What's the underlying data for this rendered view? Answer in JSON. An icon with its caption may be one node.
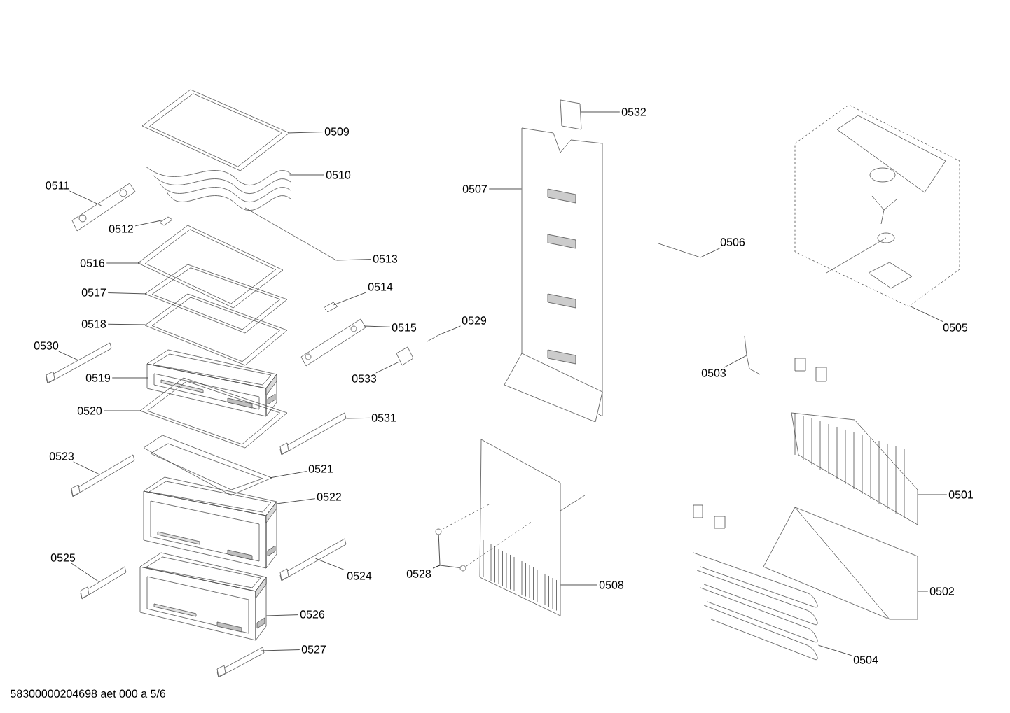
{
  "diagram": {
    "nodes": [
      {
        "text": [
          "0532"
        ]
      },
      {
        "text": [
          "0509"
        ]
      },
      {
        "text": [
          "0507"
        ]
      },
      {
        "text": [
          "0510"
        ]
      },
      {
        "text": [
          "0511"
        ]
      },
      {
        "text": [
          "0512"
        ]
      },
      {
        "text": [
          "0506"
        ]
      },
      {
        "text": [
          "0513"
        ]
      },
      {
        "text": [
          "0516"
        ]
      },
      {
        "text": [
          "0514"
        ]
      },
      {
        "text": [
          "0517"
        ]
      },
      {
        "text": [
          "0529"
        ]
      },
      {
        "text": [
          "0518"
        ]
      },
      {
        "text": [
          "0515"
        ]
      },
      {
        "text": [
          "0505"
        ]
      },
      {
        "text": [
          "0530"
        ]
      },
      {
        "text": [
          "0503"
        ]
      },
      {
        "text": [
          "0519"
        ]
      },
      {
        "text": [
          "0533"
        ]
      },
      {
        "text": [
          "0520"
        ]
      },
      {
        "text": [
          "0531"
        ]
      },
      {
        "text": [
          "0523"
        ]
      },
      {
        "text": [
          "0521"
        ]
      },
      {
        "text": [
          "0501"
        ]
      },
      {
        "text": [
          "0522"
        ]
      },
      {
        "text": [
          "0525"
        ]
      },
      {
        "text": [
          "0528"
        ]
      },
      {
        "text": [
          "0524"
        ]
      },
      {
        "text": [
          "0508"
        ]
      },
      {
        "text": [
          "0502"
        ]
      },
      {
        "text": [
          "0526"
        ]
      },
      {
        "text": [
          "0527"
        ]
      },
      {
        "text": [
          "0504"
        ]
      },
      {
        "text": [],
        "shape": "picture"
      },
      {
        "text": [],
        "shape": "picture"
      },
      {
        "text": [],
        "shape": "picture"
      },
      {
        "text": [],
        "shape": "picture"
      },
      {
        "text": [],
        "shape": "picture"
      },
      {
        "text": [],
        "shape": "picture"
      },
      {
        "text": [],
        "shape": "picture"
      },
      {
        "text": [],
        "shape": "picture"
      },
      {
        "text": [],
        "shape": "picture"
      },
      {
        "text": [],
        "shape": "picture"
      },
      {
        "text": [],
        "shape": "picture"
      },
      {
        "text": [],
        "shape": "picture"
      },
      {
        "text": [],
        "shape": "picture"
      },
      {
        "text": [],
        "shape": "picture"
      },
      {
        "text": [],
        "shape": "picture"
      },
      {
        "text": [],
        "shape": "picture"
      },
      {
        "text": [],
        "shape": "picture"
      },
      {
        "text": [],
        "shape": "picture"
      },
      {
        "text": [],
        "shape": "picture"
      },
      {
        "text": [],
        "shape": "picture"
      },
      {
        "text": [],
        "shape": "picture"
      },
      {
        "text": [],
        "shape": "picture"
      },
      {
        "text": [],
        "shape": "picture"
      },
      {
        "text": [],
        "shape": "picture"
      },
      {
        "text": [],
        "shape": "picture"
      },
      {
        "text": [],
        "shape": "picture"
      },
      {
        "text": [],
        "shape": "circle"
      },
      {
        "text": [],
        "shape": "circle"
      },
      {
        "text": [],
        "shape": "picture"
      },
      {
        "text": [],
        "shape": "picture"
      },
      {
        "text": [],
        "shape": "picture"
      },
      {
        "text": [],
        "shape": "picture"
      },
      {
        "text": [],
        "shape": "picture"
      },
      {
        "text": [],
        "shape": "picture"
      }
    ],
    "edges": [
      {
        "from": 0,
        "to": 33,
        "arrow": "none"
      },
      {
        "from": 1,
        "to": 34,
        "arrow": "none"
      },
      {
        "from": 2,
        "to": 35,
        "arrow": "none"
      },
      {
        "from": 3,
        "to": 36,
        "arrow": "none"
      },
      {
        "from": 4,
        "to": 37,
        "arrow": "none"
      },
      {
        "from": 5,
        "to": 38,
        "arrow": "none"
      },
      {
        "from": 6,
        "to": 39,
        "arrow": "none"
      },
      {
        "from": 7,
        "to": 40,
        "arrow": "none"
      },
      {
        "from": 8,
        "to": 41,
        "arrow": "none"
      },
      {
        "from": 9,
        "to": 42,
        "arrow": "none"
      },
      {
        "from": 10,
        "to": 43,
        "arrow": "none"
      },
      {
        "from": 11,
        "to": 44,
        "arrow": "none"
      },
      {
        "from": 12,
        "to": 45,
        "arrow": "none"
      },
      {
        "from": 13,
        "to": 46,
        "arrow": "none"
      },
      {
        "from": 14,
        "to": 47,
        "arrow": "none"
      },
      {
        "from": 15,
        "to": 48,
        "arrow": "none"
      },
      {
        "from": 16,
        "to": 49,
        "arrow": "none"
      },
      {
        "from": 17,
        "to": 50,
        "arrow": "none"
      },
      {
        "from": 18,
        "to": 51,
        "arrow": "none"
      },
      {
        "from": 19,
        "to": 52,
        "arrow": "none"
      },
      {
        "from": 20,
        "to": 53,
        "arrow": "none"
      },
      {
        "from": 21,
        "to": 54,
        "arrow": "none"
      },
      {
        "from": 22,
        "to": 55,
        "arrow": "none"
      },
      {
        "from": 23,
        "to": 56,
        "arrow": "none"
      },
      {
        "from": 24,
        "to": 57,
        "arrow": "none"
      },
      {
        "from": 25,
        "to": 58,
        "arrow": "none"
      },
      {
        "from": 26,
        "to": 59,
        "arrow": "none"
      },
      {
        "from": 26,
        "to": 60,
        "arrow": "none"
      },
      {
        "from": 27,
        "to": 61,
        "arrow": "none"
      },
      {
        "from": 28,
        "to": 62,
        "arrow": "none"
      },
      {
        "from": 29,
        "to": 63,
        "arrow": "none"
      },
      {
        "from": 30,
        "to": 64,
        "arrow": "none"
      },
      {
        "from": 31,
        "to": 65,
        "arrow": "none"
      },
      {
        "from": 32,
        "to": 66,
        "arrow": "none"
      }
    ],
    "labels": [
      "58300000204698 aet 000 a 5/6"
    ]
  }
}
